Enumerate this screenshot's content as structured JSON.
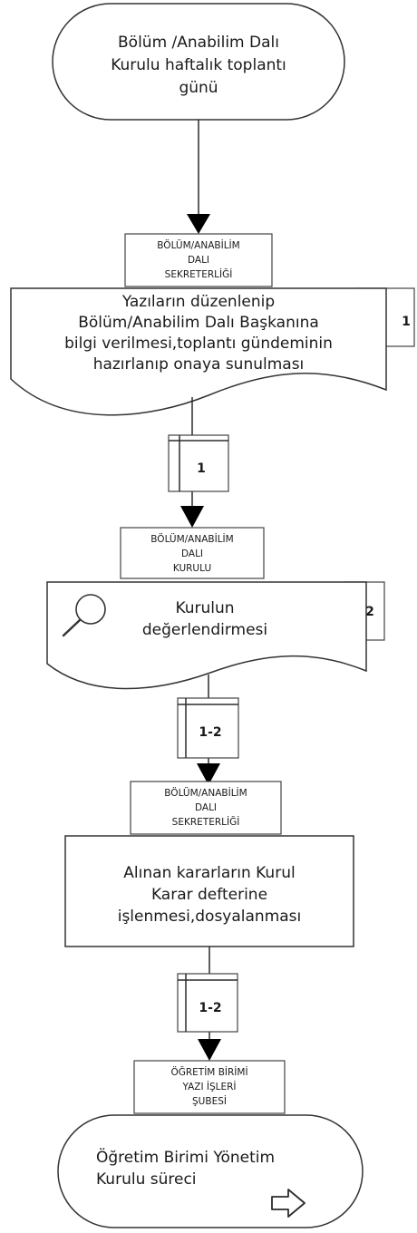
{
  "flowchart": {
    "start_terminal": {
      "lines": [
        "Bölüm /Anabilim Dalı",
        "Kurulu haftalık toplantı",
        "günü"
      ]
    },
    "actor_1": {
      "lines": [
        "BÖLÜM/ANABİLİM",
        "DALI",
        "SEKRETERLİĞİ"
      ]
    },
    "document_1": {
      "lines": [
        "Yazıların düzenlenip",
        "Bölüm/Anabilim Dalı Başkanına",
        "bilgi verilmesi,toplantı gündeminin",
        "hazırlanıp onaya sunulması"
      ],
      "ref": "1"
    },
    "connector_1": "1",
    "actor_2": {
      "lines": [
        "BÖLÜM/ANABİLİM",
        "DALI",
        "KURULU"
      ]
    },
    "document_2": {
      "lines": [
        "Kurulun",
        "değerlendirmesi"
      ],
      "ref": "2",
      "icon": "magnifier-icon"
    },
    "connector_2": "1-2",
    "actor_3": {
      "lines": [
        "BÖLÜM/ANABİLİM",
        "DALI",
        "SEKRETERLİĞİ"
      ]
    },
    "process_1": {
      "lines": [
        "Alınan kararların Kurul",
        "Karar defterine",
        "işlenmesi,dosyalanması"
      ]
    },
    "connector_3": "1-2",
    "actor_4": {
      "lines": [
        "ÖĞRETİM BİRİMİ",
        "YAZI İŞLERİ",
        "ŞUBESİ"
      ]
    },
    "end_terminal": {
      "lines": [
        "Öğretim Birimi Yönetim",
        "Kurulu süreci"
      ],
      "icon": "outline-arrow-icon"
    }
  }
}
